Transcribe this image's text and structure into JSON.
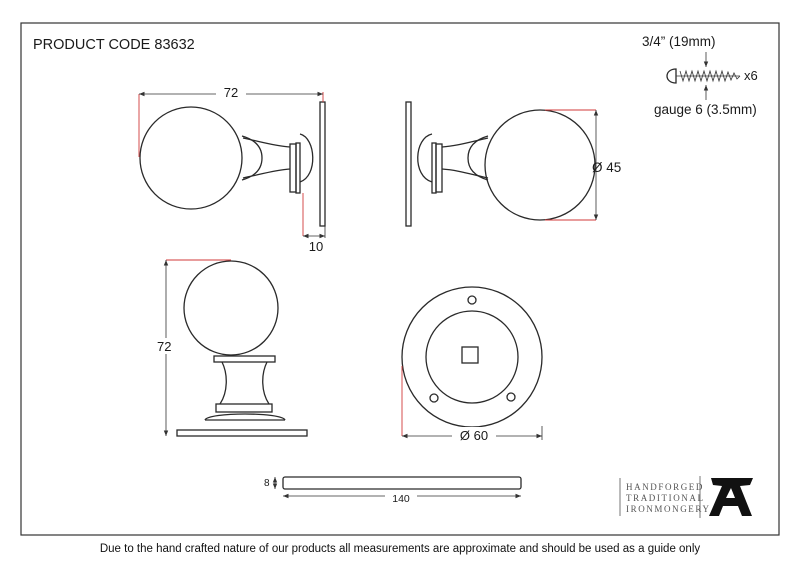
{
  "header": {
    "product_code": "PRODUCT CODE 83632"
  },
  "screw": {
    "length_label": "3/4” (19mm)",
    "quantity_label": "x6",
    "gauge_label": "gauge 6 (3.5mm)"
  },
  "dimensions": {
    "side_view_length": "72",
    "rose_thickness": "10",
    "knob_diameter": "Ø 45",
    "front_view_height": "72",
    "rose_diameter": "Ø 60",
    "spindle_length": "140",
    "spindle_thickness": "8"
  },
  "brand": {
    "line1": "HANDFORGED",
    "line2": "TRADITIONAL",
    "line3": "IRONMONGERY",
    "logo_icon": "anvil-a-icon"
  },
  "footer": {
    "disclaimer": "Due to the hand crafted nature of our products all measurements are approximate and should be used as a guide only"
  },
  "colors": {
    "line": "#2a2a2a",
    "extension": "#d23a3a",
    "brand": "#555555"
  }
}
